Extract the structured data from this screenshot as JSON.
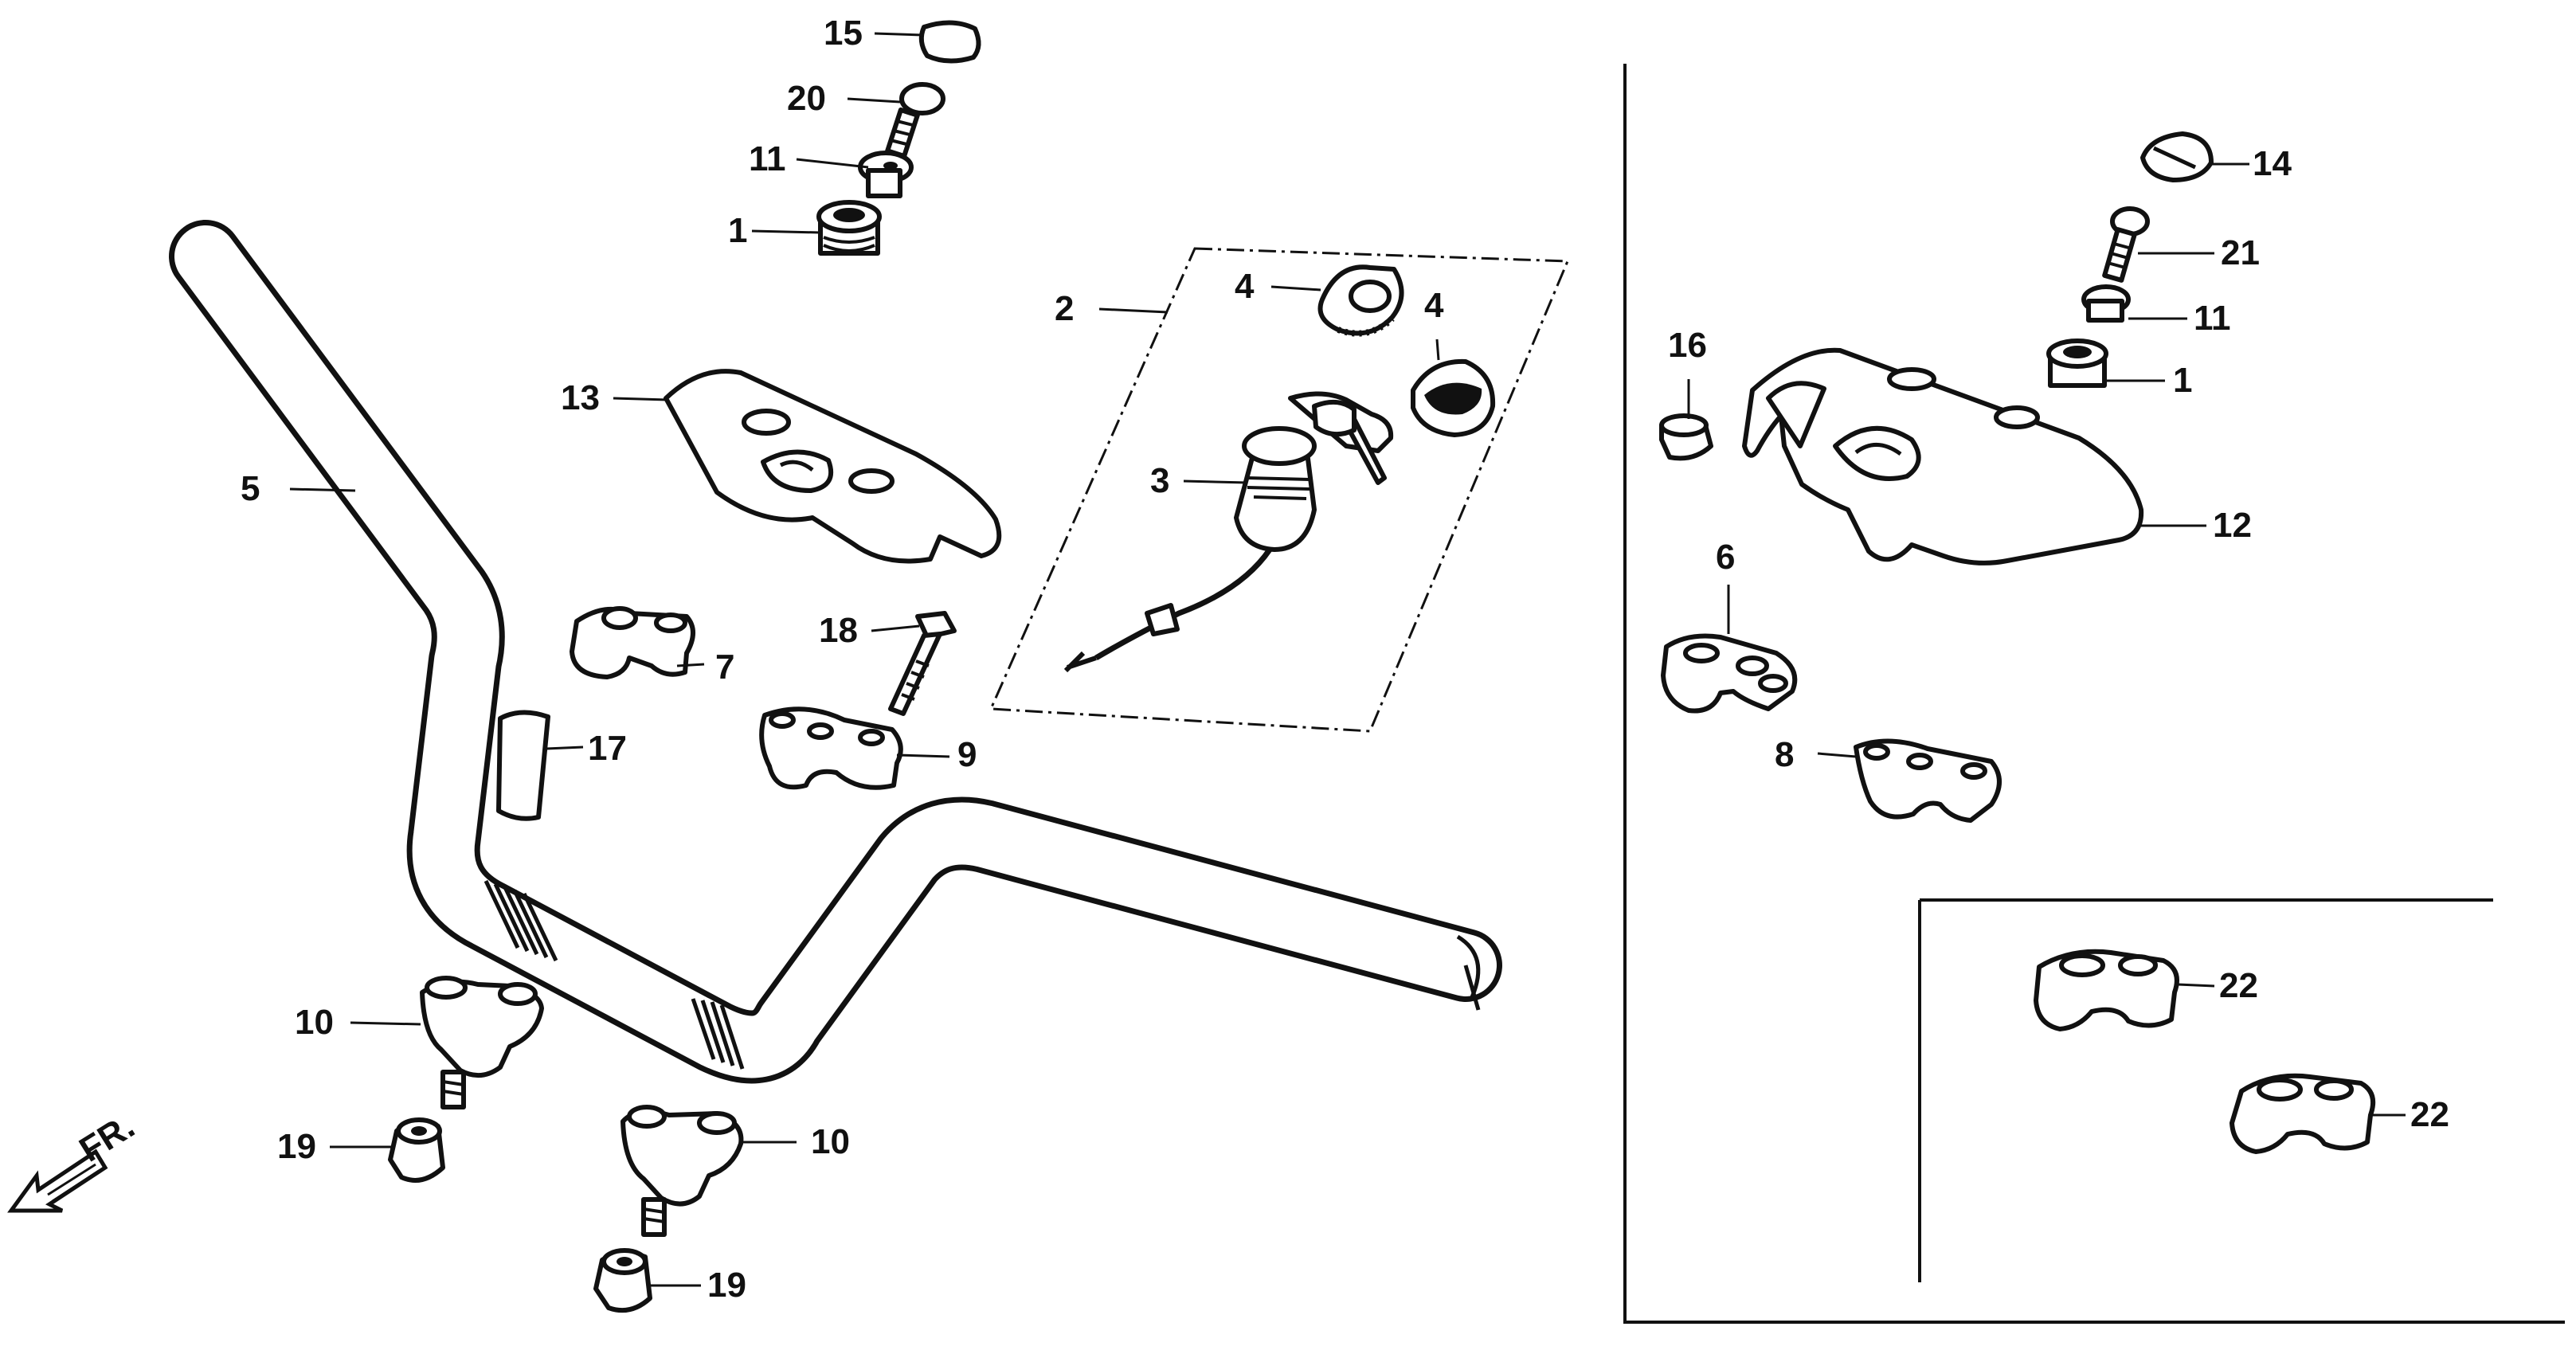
{
  "front_indicator": "FR.",
  "callouts": [
    {
      "id": "c15a",
      "text": "15"
    },
    {
      "id": "c20",
      "text": "20"
    },
    {
      "id": "c11a",
      "text": "11"
    },
    {
      "id": "c1a",
      "text": "1"
    },
    {
      "id": "c2",
      "text": "2"
    },
    {
      "id": "c4a",
      "text": "4"
    },
    {
      "id": "c4b",
      "text": "4"
    },
    {
      "id": "c13",
      "text": "13"
    },
    {
      "id": "c3",
      "text": "3"
    },
    {
      "id": "c5",
      "text": "5"
    },
    {
      "id": "c7",
      "text": "7"
    },
    {
      "id": "c18",
      "text": "18"
    },
    {
      "id": "c17",
      "text": "17"
    },
    {
      "id": "c9",
      "text": "9"
    },
    {
      "id": "c10a",
      "text": "10"
    },
    {
      "id": "c10b",
      "text": "10"
    },
    {
      "id": "c19a",
      "text": "19"
    },
    {
      "id": "c19b",
      "text": "19"
    },
    {
      "id": "c14",
      "text": "14"
    },
    {
      "id": "c21",
      "text": "21"
    },
    {
      "id": "c11b",
      "text": "11"
    },
    {
      "id": "c1b",
      "text": "1"
    },
    {
      "id": "c16",
      "text": "16"
    },
    {
      "id": "c12",
      "text": "12"
    },
    {
      "id": "c6",
      "text": "6"
    },
    {
      "id": "c8",
      "text": "8"
    },
    {
      "id": "c22a",
      "text": "22"
    },
    {
      "id": "c22b",
      "text": "22"
    }
  ]
}
